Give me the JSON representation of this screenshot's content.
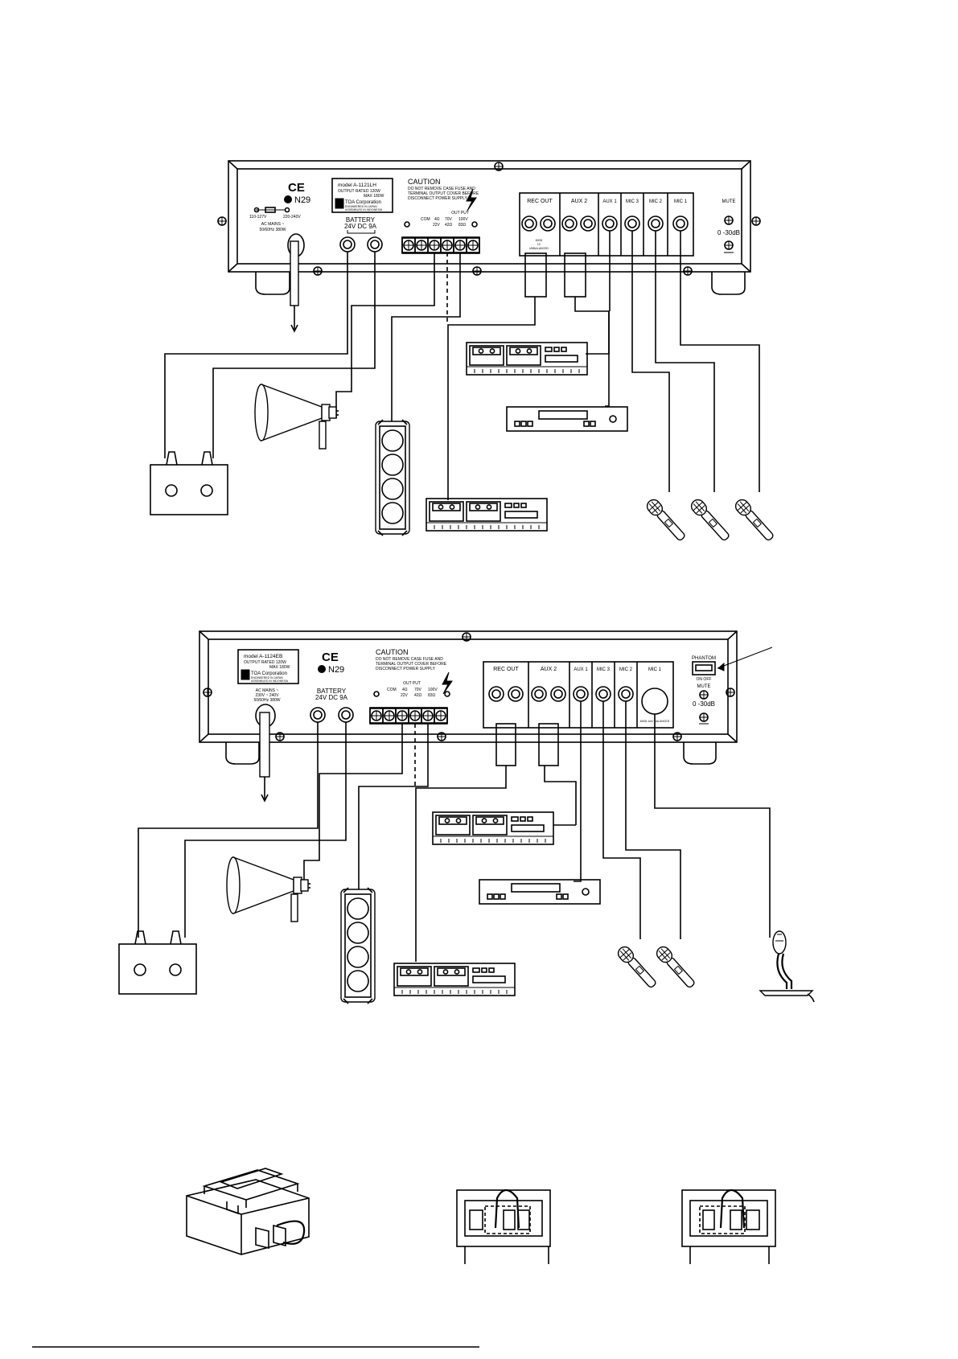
{
  "panel_top": {
    "model_label": "model A-1121LH",
    "output_rated": "OUTPUT RATED 120W",
    "output_max": "MAX 180W",
    "maker": "TOA Corporation",
    "assembly_1": "ENGINEERED IN JAPAN",
    "assembly_2": "ASSEMBLED IN INDONESIA",
    "ce": "CE",
    "n29": "N29",
    "volt_left": "110-127V",
    "volt_right": "220-240V",
    "ac_line1": "AC MAINS ~",
    "ac_line2": "50/60Hz 380W",
    "battery": "BATTERY",
    "battery_spec": "24V DC 9A",
    "caution": "CAUTION",
    "caution_1": "DO NOT REMOVE CASE FUSE AND",
    "caution_2": "TERMINAL OUTPUT COVER BEFORE",
    "caution_3": "DISCONNECT POWER SUPPLY",
    "output": "OUT PUT",
    "out_com": "COM",
    "out_4": "4Ω",
    "out_70": "70V",
    "out_100": "100V",
    "out_22": "22V",
    "out_42": "42Ω",
    "out_83": "83Ω",
    "rec_out": "REC OUT",
    "aux2": "AUX 2",
    "aux1": "AUX 1",
    "mic3": "MIC 3",
    "mic2": "MIC 2",
    "mic1": "MIC 1",
    "mute": "MUTE",
    "mute_range": "0 -30dB",
    "jack_small_a": "600Ω",
    "jack_small_b": "1V",
    "jack_small_c": "UNBALANCED"
  },
  "panel_bottom": {
    "model_label": "model A-1124EB",
    "output_rated": "OUTPUT RATED 120W",
    "output_max": "MAX 180W",
    "maker": "TOA Corporation",
    "assembly_1": "ENGINEERED IN JAPAN",
    "assembly_2": "ASSEMBLED IN INDONESIA",
    "ce": "CE",
    "n29": "N29",
    "ac_line1": "AC MAINS ~",
    "ac_line2": "230V ~ 240V",
    "ac_line3": "50/60Hz 380W",
    "battery": "BATTERY",
    "battery_spec": "24V DC 9A",
    "caution": "CAUTION",
    "caution_1": "DO NOT REMOVE CASE FUSE AND",
    "caution_2": "TERMINAL OUTPUT COVER BEFORE",
    "caution_3": "DISCONNECT POWER SUPPLY",
    "output": "OUT PUT",
    "out_com": "COM",
    "out_4": "4Ω",
    "out_70": "70V",
    "out_100": "100V",
    "out_22": "22V",
    "out_42": "42Ω",
    "out_83": "83Ω",
    "rec_out": "REC OUT",
    "aux2": "AUX 2",
    "aux1": "AUX 1",
    "mic3": "MIC 3",
    "mic2": "MIC 2",
    "mic1": "MIC 1",
    "mic1_spec": "600Ω 1mV BALANCED",
    "phantom": "PHANTOM",
    "phantom_sw": "ON OFF",
    "mute": "MUTE",
    "mute_range": "0 -30dB"
  }
}
